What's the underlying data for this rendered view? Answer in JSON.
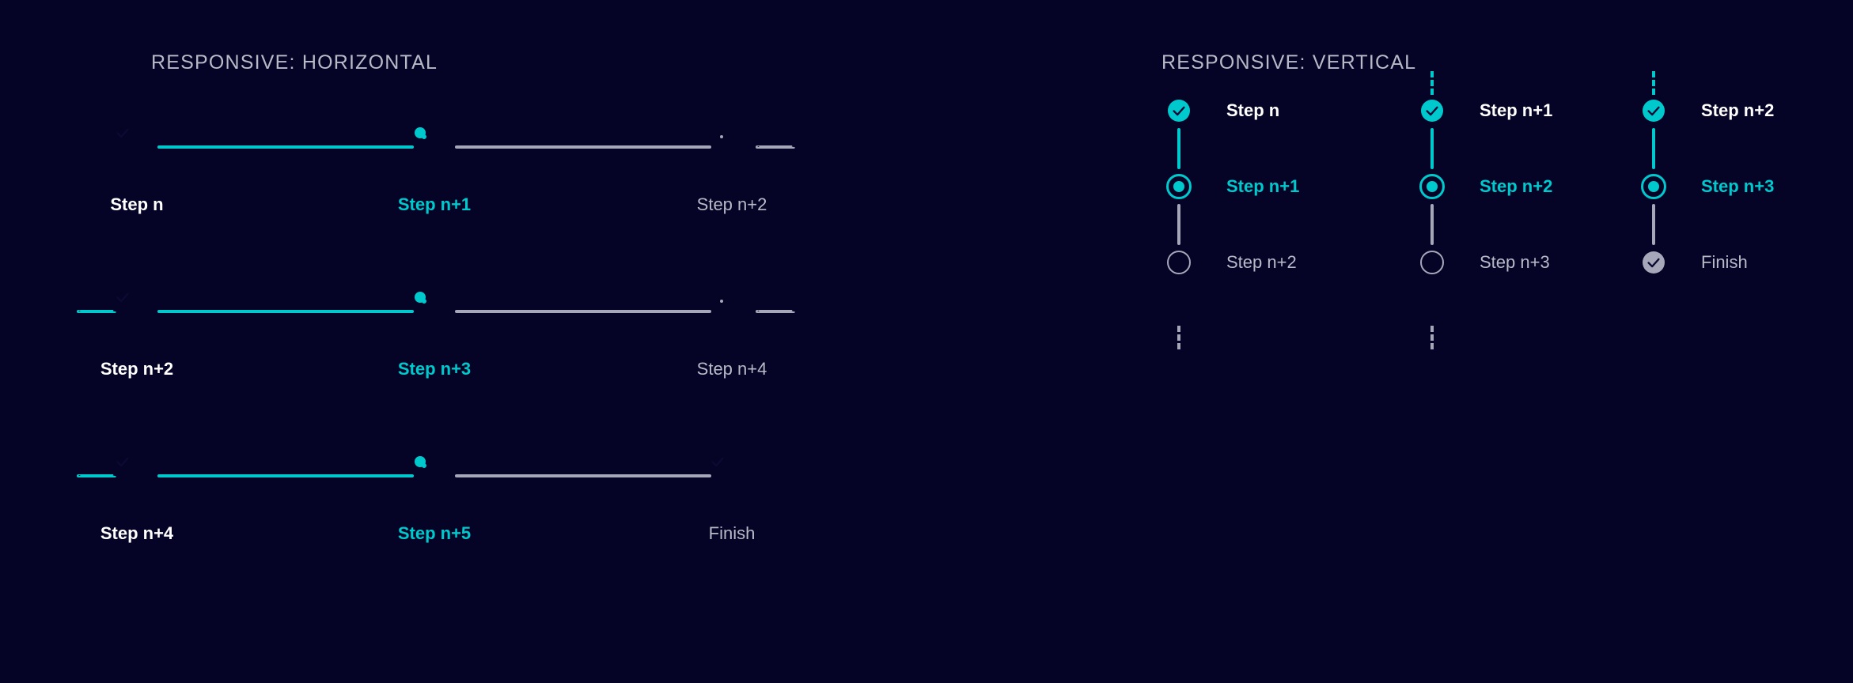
{
  "theme": {
    "background": "#050427",
    "accent": "#00c9cd",
    "idle": "#a6a7b8",
    "done_label": "#ffffff",
    "heading": "#b9bac8",
    "check_stroke": "#0a0a33"
  },
  "sections": {
    "horizontal": {
      "heading": "RESPONSIVE: HORIZONTAL",
      "rows": [
        {
          "lead_connector": "none",
          "trail_connector": "dashed-idle",
          "steps": [
            {
              "label": "Step n",
              "state": "done",
              "icon": "check-circle-filled-icon"
            },
            {
              "label": "Step n+1",
              "state": "current",
              "icon": "radio-current-icon"
            },
            {
              "label": "Step n+2",
              "state": "idle",
              "icon": "empty-circle-icon"
            }
          ],
          "connectors": [
            "solid-active",
            "solid-idle"
          ]
        },
        {
          "lead_connector": "dashed-active",
          "trail_connector": "dashed-idle",
          "steps": [
            {
              "label": "Step n+2",
              "state": "done",
              "icon": "check-circle-filled-icon"
            },
            {
              "label": "Step n+3",
              "state": "current",
              "icon": "radio-current-icon"
            },
            {
              "label": "Step n+4",
              "state": "idle",
              "icon": "empty-circle-icon"
            }
          ],
          "connectors": [
            "solid-active",
            "solid-idle"
          ]
        },
        {
          "lead_connector": "dashed-active",
          "trail_connector": "none",
          "steps": [
            {
              "label": "Step n+4",
              "state": "done",
              "icon": "check-circle-filled-icon"
            },
            {
              "label": "Step n+5",
              "state": "current",
              "icon": "radio-current-icon"
            },
            {
              "label": "Finish",
              "state": "finish",
              "icon": "check-circle-grey-icon"
            }
          ],
          "connectors": [
            "solid-active",
            "solid-idle"
          ]
        }
      ]
    },
    "vertical": {
      "heading": "RESPONSIVE: VERTICAL",
      "columns": [
        {
          "stub_top": "none",
          "stub_bottom": "dashed-idle",
          "steps": [
            {
              "label": "Step n",
              "state": "done",
              "icon": "check-circle-filled-icon",
              "connector": "solid-active"
            },
            {
              "label": "Step n+1",
              "state": "current",
              "icon": "radio-current-icon",
              "connector": "solid-idle"
            },
            {
              "label": "Step n+2",
              "state": "idle",
              "icon": "empty-circle-icon",
              "connector": "none"
            }
          ]
        },
        {
          "stub_top": "dashed-active",
          "stub_bottom": "dashed-idle",
          "steps": [
            {
              "label": "Step n+1",
              "state": "done",
              "icon": "check-circle-filled-icon",
              "connector": "solid-active"
            },
            {
              "label": "Step n+2",
              "state": "current",
              "icon": "radio-current-icon",
              "connector": "solid-idle"
            },
            {
              "label": "Step n+3",
              "state": "idle",
              "icon": "empty-circle-icon",
              "connector": "none"
            }
          ]
        },
        {
          "stub_top": "dashed-active",
          "stub_bottom": "none",
          "steps": [
            {
              "label": "Step n+2",
              "state": "done",
              "icon": "check-circle-filled-icon",
              "connector": "solid-active"
            },
            {
              "label": "Step n+3",
              "state": "current",
              "icon": "radio-current-icon",
              "connector": "solid-idle"
            },
            {
              "label": "Finish",
              "state": "finish",
              "icon": "check-circle-grey-icon",
              "connector": "none"
            }
          ]
        }
      ]
    }
  }
}
